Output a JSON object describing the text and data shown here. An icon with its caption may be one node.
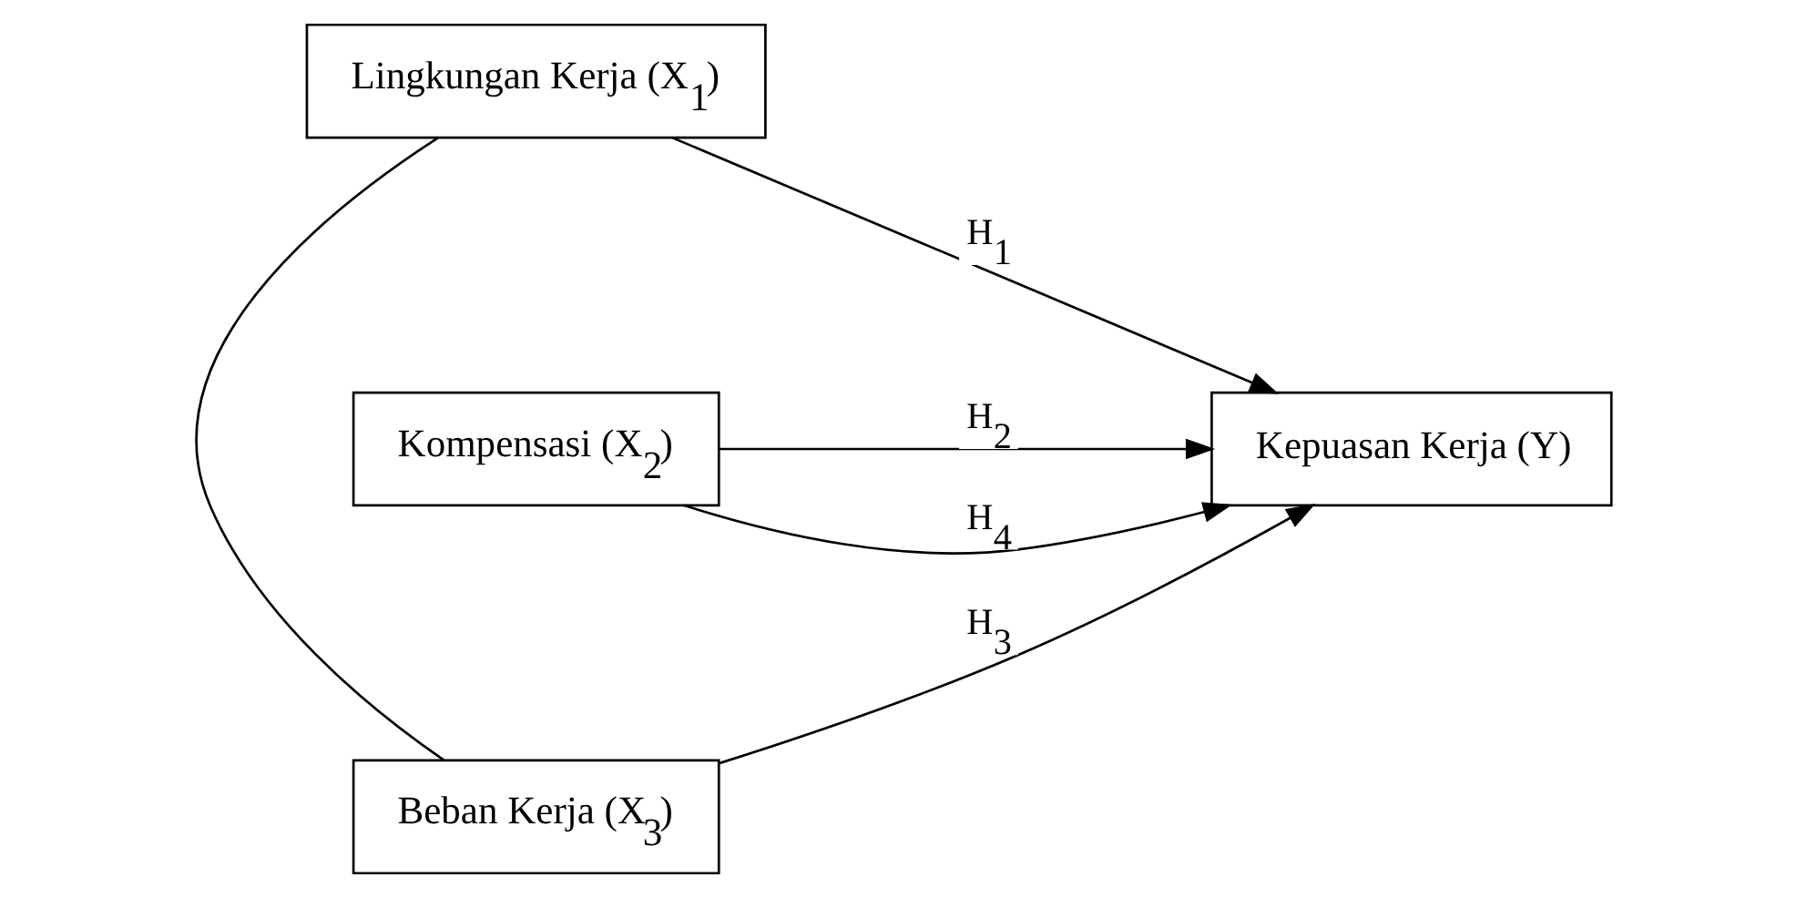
{
  "diagram": {
    "nodes": [
      {
        "text": [
          "Lingkungan Kerja (X$_{1}$)"
        ]
      },
      {
        "text": [
          "Kompensasi (X$_{2}$)"
        ]
      },
      {
        "text": [
          "Beban Kerja (X$_{3}$)"
        ]
      },
      {
        "text": [
          "Kepuasan Kerja (Y)"
        ]
      }
    ],
    "edges": [
      {
        "from": 0,
        "to": 3,
        "arrow": "to",
        "label": "H$_{1}$"
      },
      {
        "from": 1,
        "to": 3,
        "arrow": "to",
        "label": "H$_{2}$"
      },
      {
        "from": 2,
        "to": 3,
        "arrow": "to",
        "label": "H$_{3}$"
      },
      {
        "from": 0,
        "to": 2,
        "arrow": "none"
      },
      {
        "from": 1,
        "to": 3,
        "arrow": "to",
        "label": "H$_{4}$"
      }
    ]
  }
}
